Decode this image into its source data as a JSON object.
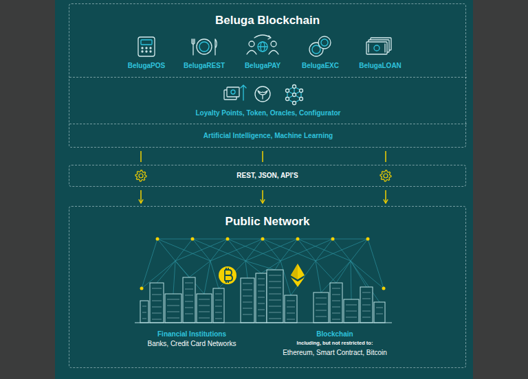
{
  "diagram": {
    "nodes": [
      {
        "text": [
          "Beluga Blockchain"
        ]
      },
      {
        "text": [
          "Loyalty Points, Token, Oracles, Configurator"
        ],
        "in": 0
      },
      {
        "text": [
          "Artificial Intelligence, Machine Learning"
        ],
        "in": 0
      },
      {
        "text": [
          "REST, JSON, API'S"
        ]
      },
      {
        "text": [
          "Public Network"
        ]
      }
    ],
    "edges": [
      {
        "from": 0,
        "to": 3,
        "arrow": "none"
      },
      {
        "from": 0,
        "to": 3,
        "arrow": "none"
      },
      {
        "from": 0,
        "to": 3,
        "arrow": "none"
      },
      {
        "from": 3,
        "to": 4,
        "arrow": "to"
      },
      {
        "from": 3,
        "to": 4,
        "arrow": "to"
      },
      {
        "from": 3,
        "to": 4,
        "arrow": "to"
      }
    ],
    "labels": [
      "BelugaPOS",
      "BelugaREST",
      "BelugaPAY",
      "BelugaEXC",
      "BelugaLOAN",
      "Financial Institutions",
      "Banks, Credit Card Networks",
      "Blockchain",
      "Including, but not restricted to:",
      "Ethereum, Smart Contract, Bitcoin"
    ]
  }
}
